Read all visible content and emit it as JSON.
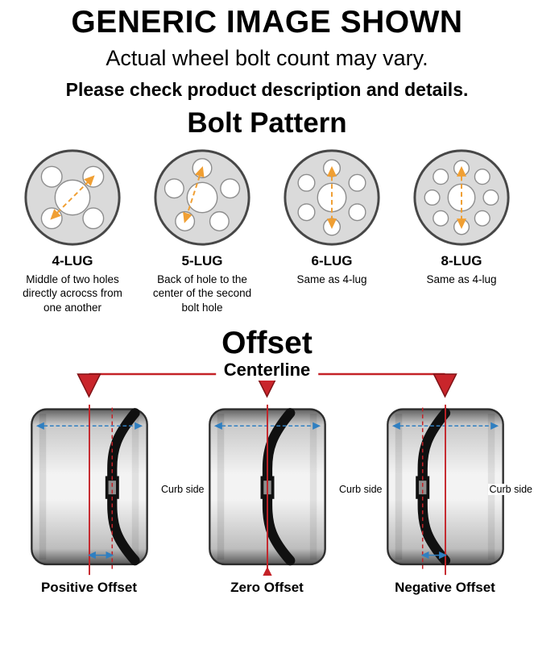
{
  "header": {
    "title": "GENERIC IMAGE SHOWN",
    "subtitle": "Actual wheel bolt count may vary.",
    "note": "Please check product description and details."
  },
  "bolt_pattern": {
    "heading": "Bolt Pattern",
    "patterns": [
      {
        "label": "4-LUG",
        "lugs": 4,
        "measure": "diagonal",
        "description": "Middle of two holes directly acrocss from one another"
      },
      {
        "label": "5-LUG",
        "lugs": 5,
        "measure": "chord",
        "description": "Back of hole to the center of the second bolt hole"
      },
      {
        "label": "6-LUG",
        "lugs": 6,
        "measure": "vertical",
        "description": "Same as 4-lug"
      },
      {
        "label": "8-LUG",
        "lugs": 8,
        "measure": "vertical",
        "description": "Same as 4-lug"
      }
    ]
  },
  "offset": {
    "heading": "Offset",
    "centerline_label": "Centerline",
    "diagrams": [
      {
        "label": "Positive Offset",
        "type": "positive",
        "curb_label": "Curb side"
      },
      {
        "label": "Zero Offset",
        "type": "zero",
        "curb_label": "Curb side"
      },
      {
        "label": "Negative Offset",
        "type": "negative",
        "curb_label": "Curb side"
      }
    ]
  },
  "colors": {
    "measure_orange": "#f09f33",
    "centerline_red": "#c42127",
    "width_blue": "#2f7fc1"
  }
}
